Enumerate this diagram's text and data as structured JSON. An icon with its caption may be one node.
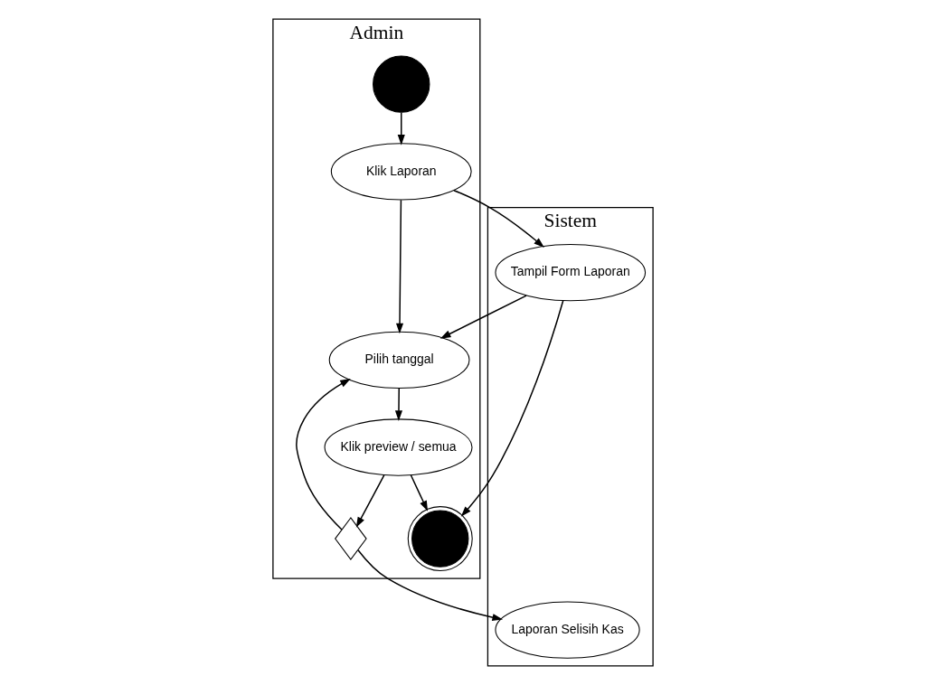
{
  "diagram": {
    "nodes": [
      {
        "text": [
          "Admin"
        ]
      },
      {
        "text": [],
        "shape": "circle",
        "in": 0
      },
      {
        "text": [
          "Klik Laporan"
        ],
        "in": 0
      },
      {
        "text": [
          "Pilih tanggal"
        ],
        "in": 0
      },
      {
        "text": [
          "Klik preview / semua"
        ],
        "in": 0
      },
      {
        "text": [],
        "shape": "diamond",
        "in": 0
      },
      {
        "text": [],
        "shape": "circle",
        "in": 0
      },
      {
        "text": [
          "Sistem"
        ]
      },
      {
        "text": [
          "Tampil Form Laporan"
        ],
        "in": 7
      },
      {
        "text": [
          "Laporan Selisih Kas"
        ],
        "in": 7
      }
    ],
    "edges": [
      {
        "from": 1,
        "to": 2,
        "arrow": "to"
      },
      {
        "from": 2,
        "to": 8,
        "arrow": "to"
      },
      {
        "from": 2,
        "to": 3,
        "arrow": "to"
      },
      {
        "from": 8,
        "to": 3,
        "arrow": "to"
      },
      {
        "from": 3,
        "to": 4,
        "arrow": "to"
      },
      {
        "from": 4,
        "to": 5,
        "arrow": "to"
      },
      {
        "from": 5,
        "to": 3,
        "arrow": "to"
      },
      {
        "from": 5,
        "to": 9,
        "arrow": "to"
      },
      {
        "from": 4,
        "to": 6,
        "arrow": "to"
      },
      {
        "from": 8,
        "to": 6,
        "arrow": "to"
      }
    ]
  }
}
